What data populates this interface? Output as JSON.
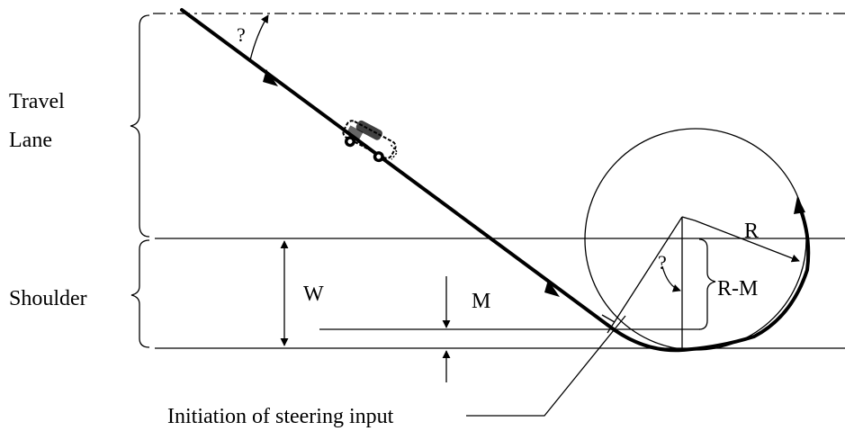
{
  "labels": {
    "travel_lane_line1": "Travel",
    "travel_lane_line2": "Lane",
    "shoulder": "Shoulder",
    "angle_top": "?",
    "angle_mid": "?",
    "w": "W",
    "m": "M",
    "r": "R",
    "r_minus_m": "R-M",
    "steering_input": "Initiation of steering input"
  }
}
